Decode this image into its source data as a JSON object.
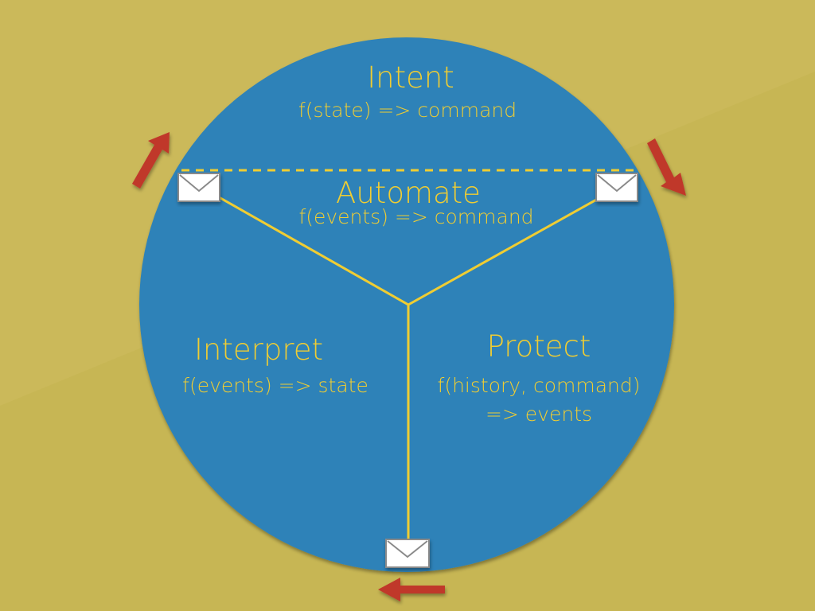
{
  "colors": {
    "background": "#c7b654",
    "circle": "#2f82b8",
    "accent_yellow": "#f0cd32",
    "arrow_red": "#c0392b",
    "envelope_fill": "#ffffff",
    "envelope_border": "#8a8a8a"
  },
  "sections": {
    "intent": {
      "title": "Intent",
      "formula": "f(state) => command"
    },
    "automate": {
      "title": "Automate",
      "formula": "f(events) => command"
    },
    "interpret": {
      "title": "Interpret",
      "formula": "f(events) => state"
    },
    "protect": {
      "title": "Protect",
      "formula_line1": "f(history, command)",
      "formula_line2": "=> events"
    }
  },
  "icons": {
    "envelopes": [
      "envelope-icon-left",
      "envelope-icon-right",
      "envelope-icon-bottom"
    ],
    "arrows": [
      "arrow-up-right-icon",
      "arrow-down-right-icon",
      "arrow-left-icon"
    ]
  }
}
